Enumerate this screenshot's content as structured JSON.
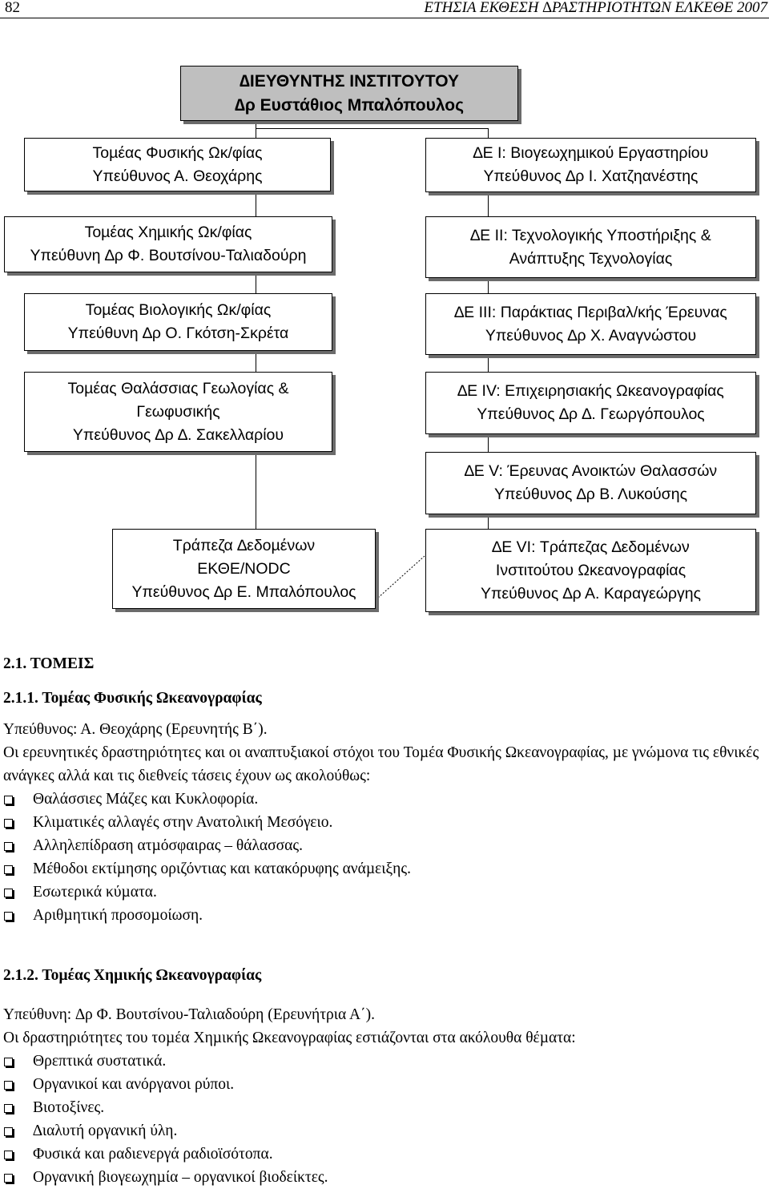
{
  "header": {
    "page_number": "82",
    "running_title": "ΕΤΗΣΙΑ ΕΚΘΕΣΗ ∆ΡΑΣΤΗΡΙΟΤΗΤΩΝ ΕΛΚΕΘΕ 2007"
  },
  "org_chart": {
    "director": {
      "title": "∆ΙΕΥΘΥΝΤΗΣ ΙΝΣΤΙΤΟΥΤΟΥ",
      "name": "∆ρ Ευστάθιος Μπαλόπουλος"
    },
    "left": [
      {
        "lines": [
          "Τοµέας Φυσικής Ωκ/φίας",
          "Υπεύθυνος Α. Θεοχάρης"
        ]
      },
      {
        "lines": [
          "Τοµέας Χηµικής Ωκ/φίας",
          "Υπεύθυνη ∆ρ Φ. Βουτσίνου-Ταλιαδούρη"
        ]
      },
      {
        "lines": [
          "Τοµέας Βιολογικής Ωκ/φίας",
          "Υπεύθυνη ∆ρ Ο. Γκότση-Σκρέτα"
        ]
      },
      {
        "lines": [
          "Τοµέας Θαλάσσιας Γεωλογίας &",
          "Γεωφυσικής",
          "Υπεύθυνος ∆ρ ∆. Σακελλαρίου"
        ]
      },
      {
        "lines": [
          "Τράπεζα ∆εδοµένων",
          "ΕΚΘΕ/NODC",
          "Υπεύθυνος ∆ρ Ε. Μπαλόπουλος"
        ]
      }
    ],
    "right": [
      {
        "lines": [
          "∆Ε Ι: Βιογεωχηµικού Εργαστηρίου",
          "Υπεύθυνος ∆ρ Ι. Χατζηανέστης"
        ]
      },
      {
        "lines": [
          "∆Ε ΙΙ: Τεχνολογικής Υποστήριξης &",
          "Ανάπτυξης Τεχνολογίας"
        ]
      },
      {
        "lines": [
          "∆Ε ΙΙΙ: Παράκτιας Περιβαλ/κής Έρευνας",
          "Υπεύθυνος ∆ρ Χ. Αναγνώστου"
        ]
      },
      {
        "lines": [
          "∆Ε ΙV: Επιχειρησιακής Ωκεανογραφίας",
          "Υπεύθυνος ∆ρ ∆. Γεωργόπουλος"
        ]
      },
      {
        "lines": [
          "∆Ε V: Έρευνας Ανοικτών Θαλασσών",
          "Υπεύθυνος ∆ρ Β. Λυκούσης"
        ]
      },
      {
        "lines": [
          "∆Ε VI: Τράπεζας ∆εδοµένων",
          "Ινστιτούτου Ωκεανογραφίας",
          "Υπεύθυνος ∆ρ Α. Καραγεώργης"
        ]
      }
    ]
  },
  "section_2_1": {
    "heading": "2.1. ΤΟΜΕΙΣ",
    "sub1": {
      "heading": "2.1.1. Τοµέας Φυσικής Ωκεανογραφίας",
      "responsible": "Υπεύθυνος: Α. Θεοχάρης (Ερευνητής Β΄).",
      "intro": "Οι ερευνητικές δραστηριότητες και οι αναπτυξιακοί στόχοι του Τοµέα Φυσικής Ωκεανογραφίας, µε γνώµονα τις εθνικές ανάγκες αλλά και τις διεθνείς τάσεις έχουν ως ακολούθως:",
      "items": [
        "Θαλάσσιες Μάζες και Κυκλοφορία.",
        "Κλιµατικές αλλαγές στην Ανατολική Μεσόγειο.",
        "Αλληλεπίδραση ατµόσφαιρας – θάλασσας.",
        "Μέθοδοι εκτίµησης οριζόντιας και κατακόρυφης ανάµειξης.",
        "Εσωτερικά κύµατα.",
        "Αριθµητική προσοµοίωση."
      ]
    },
    "sub2": {
      "heading": "2.1.2. Τοµέας Χηµικής Ωκεανογραφίας",
      "responsible": "Υπεύθυνη: ∆ρ Φ. Βουτσίνου-Ταλιαδούρη (Ερευνήτρια Α΄).",
      "intro": "Οι δραστηριότητες του τοµέα Χηµικής Ωκεανογραφίας εστιάζονται στα ακόλουθα θέµατα:",
      "items": [
        "Θρεπτικά συστατικά.",
        "Οργανικοί και ανόργανοι ρύποι.",
        "Βιοτοξίνες.",
        "∆ιαλυτή οργανική ύλη.",
        "Φυσικά και ραδιενεργά ραδιοϊσότοπα.",
        "Οργανική βιογεωχηµία – οργανικοί βιοδείκτες."
      ]
    }
  }
}
